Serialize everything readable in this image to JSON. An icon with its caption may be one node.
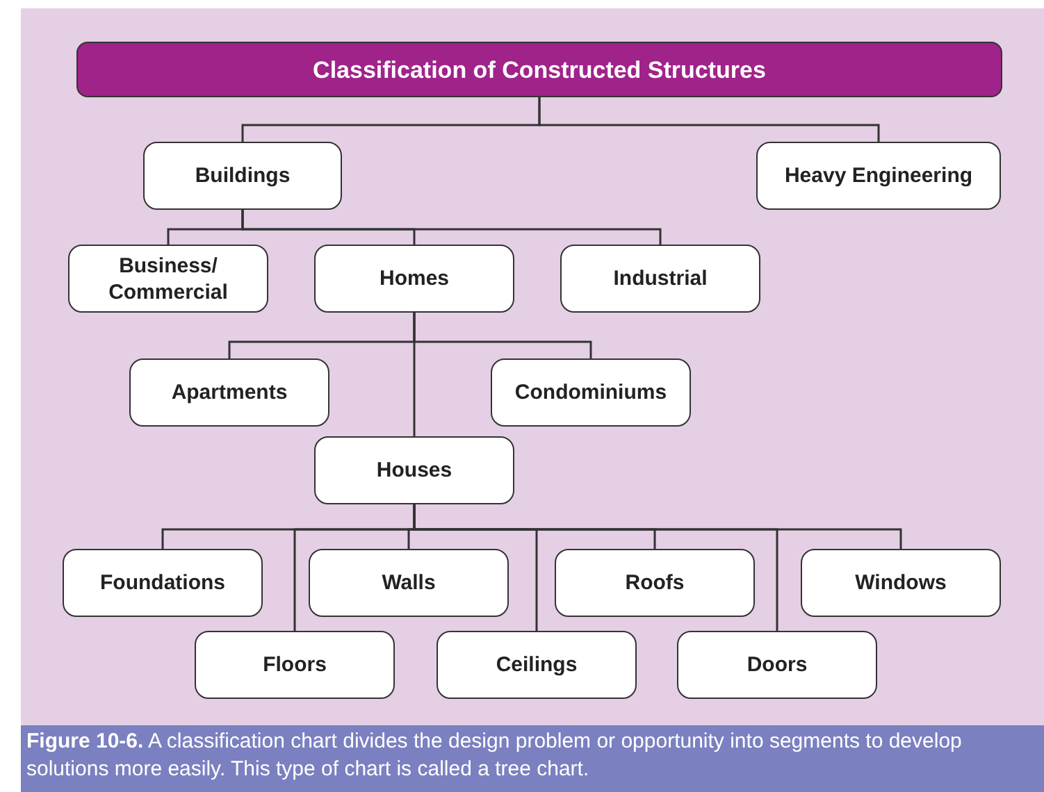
{
  "diagram": {
    "caption": "**Figure 10-6.** A classification chart divides the design problem or opportunity into segments to develop solutions more easily. This type of chart is called a tree chart.",
    "nodes": [
      {
        "text": [
          "Classification of Constructed Structures"
        ]
      },
      {
        "text": [
          "Buildings"
        ]
      },
      {
        "text": [
          "Heavy Engineering"
        ]
      },
      {
        "text": [
          "Business/ Commercial"
        ]
      },
      {
        "text": [
          "Homes"
        ]
      },
      {
        "text": [
          "Industrial"
        ]
      },
      {
        "text": [
          "Apartments"
        ]
      },
      {
        "text": [
          "Condominiums"
        ]
      },
      {
        "text": [
          "Houses"
        ]
      },
      {
        "text": [
          "Foundations"
        ]
      },
      {
        "text": [
          "Walls"
        ]
      },
      {
        "text": [
          "Roofs"
        ]
      },
      {
        "text": [
          "Windows"
        ]
      },
      {
        "text": [
          "Floors"
        ]
      },
      {
        "text": [
          "Ceilings"
        ]
      },
      {
        "text": [
          "Doors"
        ]
      }
    ],
    "edges": [
      {
        "from": 0,
        "to": 1,
        "arrow": "none"
      },
      {
        "from": 0,
        "to": 2,
        "arrow": "none"
      },
      {
        "from": 1,
        "to": 3,
        "arrow": "none"
      },
      {
        "from": 1,
        "to": 4,
        "arrow": "none"
      },
      {
        "from": 1,
        "to": 5,
        "arrow": "none"
      },
      {
        "from": 4,
        "to": 6,
        "arrow": "none"
      },
      {
        "from": 4,
        "to": 7,
        "arrow": "none"
      },
      {
        "from": 4,
        "to": 8,
        "arrow": "none"
      },
      {
        "from": 8,
        "to": 9,
        "arrow": "none"
      },
      {
        "from": 8,
        "to": 10,
        "arrow": "none"
      },
      {
        "from": 8,
        "to": 11,
        "arrow": "none"
      },
      {
        "from": 8,
        "to": 12,
        "arrow": "none"
      },
      {
        "from": 8,
        "to": 13,
        "arrow": "none"
      },
      {
        "from": 8,
        "to": 14,
        "arrow": "none"
      },
      {
        "from": 8,
        "to": 15,
        "arrow": "none"
      }
    ]
  }
}
